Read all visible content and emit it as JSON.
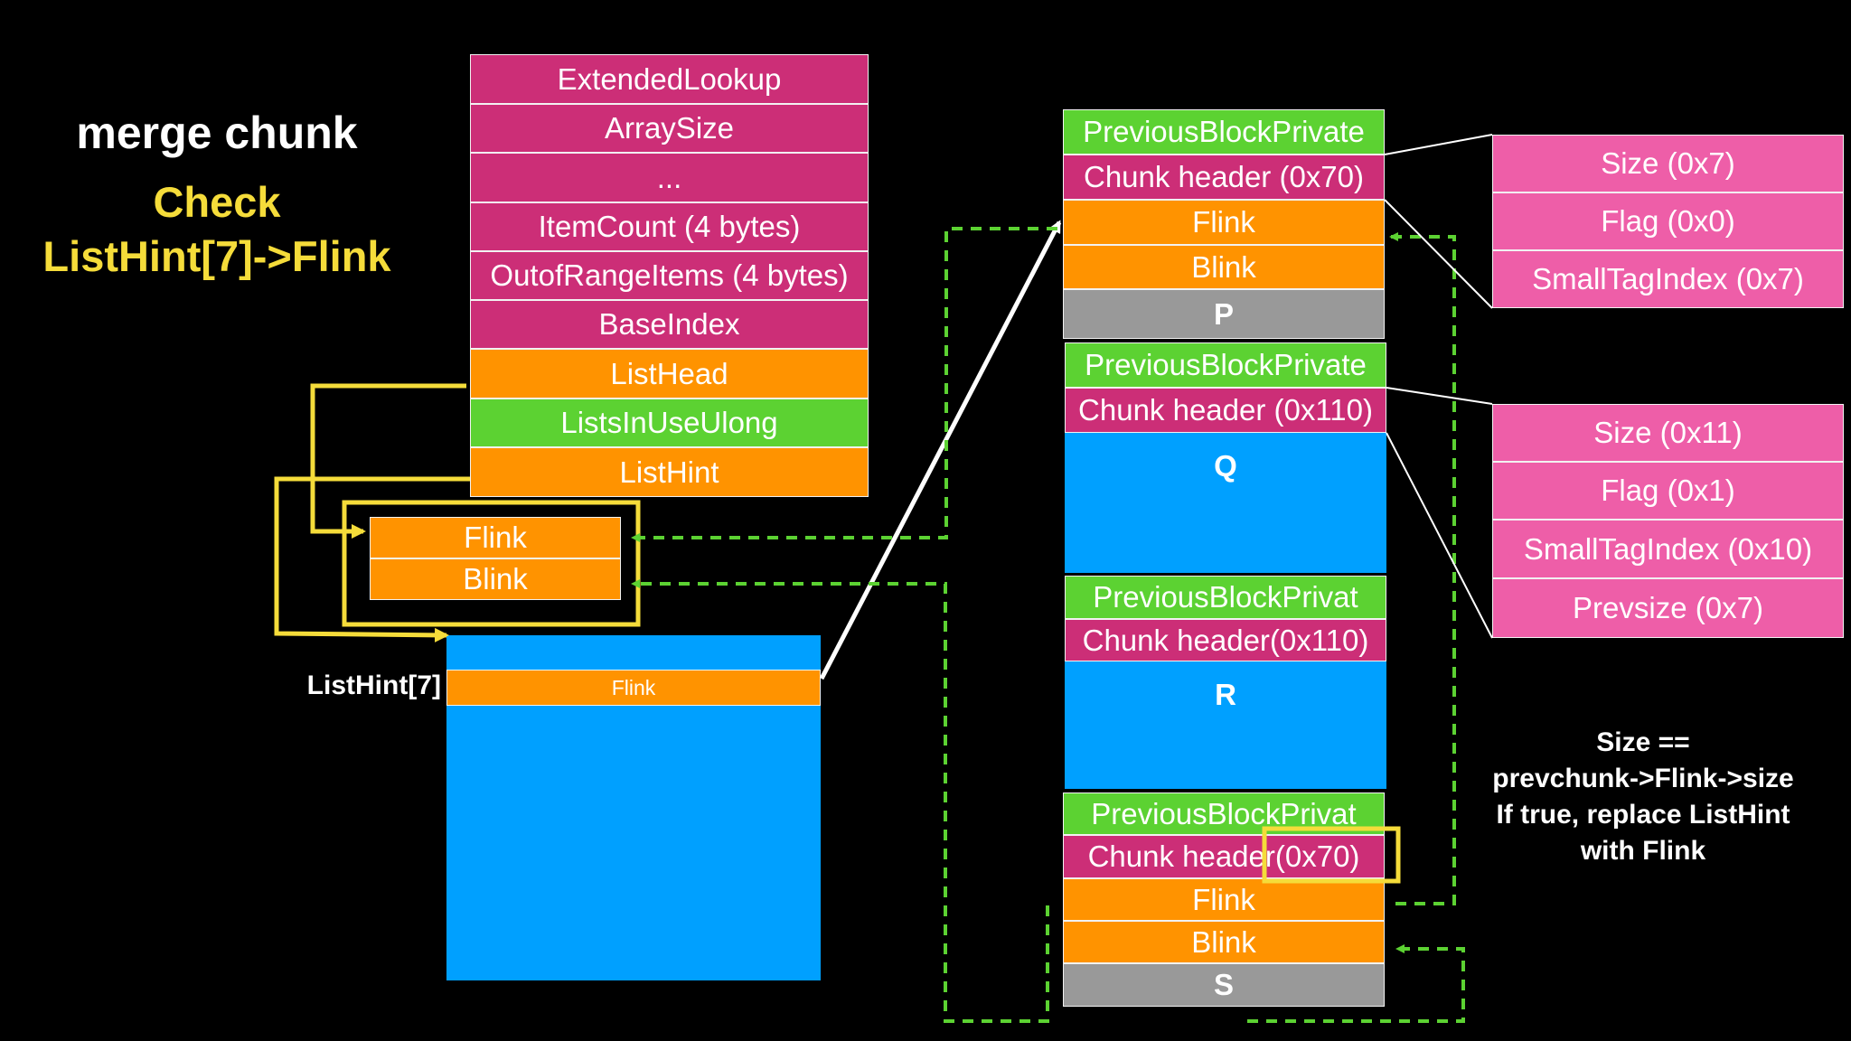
{
  "title": {
    "main": "merge chunk",
    "check": "Check",
    "check_target": "ListHint[7]->Flink"
  },
  "heap_struct": [
    "ExtendedLookup",
    "ArraySize",
    "...",
    "ItemCount (4 bytes)",
    "OutofRangeItems (4 bytes)",
    "BaseIndex",
    "ListHead",
    "ListsInUseUlong",
    "ListHint"
  ],
  "list_head_entry": {
    "flink": "Flink",
    "blink": "Blink"
  },
  "listhint_block": {
    "label": "ListHint[7]",
    "flink": "Flink"
  },
  "chunk_p": {
    "prev": "PreviousBlockPrivate",
    "header": "Chunk header (0x70)",
    "flink": "Flink",
    "blink": "Blink",
    "name": "P"
  },
  "chunk_q": {
    "prev": "PreviousBlockPrivate",
    "header": "Chunk header (0x110)",
    "name": "Q"
  },
  "chunk_r": {
    "prev": "PreviousBlockPrivat",
    "header": "Chunk header(0x110)",
    "name": "R"
  },
  "chunk_s": {
    "prev": "PreviousBlockPrivat",
    "header": "Chunk header(0x70)",
    "flink": "Flink",
    "blink": "Blink",
    "name": "S"
  },
  "header_detail_1": [
    "Size (0x7)",
    "Flag (0x0)",
    "SmallTagIndex (0x7)"
  ],
  "header_detail_2": [
    "Size (0x11)",
    "Flag (0x1)",
    "SmallTagIndex (0x10)",
    "Prevsize (0x7)"
  ],
  "note": [
    "Size ==",
    "prevchunk->Flink->size",
    "If true, replace ListHint",
    "with Flink"
  ],
  "colors": {
    "heap_field": "#cc2e77",
    "pointer_field": "#ff9300",
    "bitmap_field": "#5cd232",
    "chunk_body": "#00a0ff",
    "header_detail": "#ee5ea8",
    "highlight": "#f5dc3a",
    "link_arrow": "#5cd232"
  }
}
